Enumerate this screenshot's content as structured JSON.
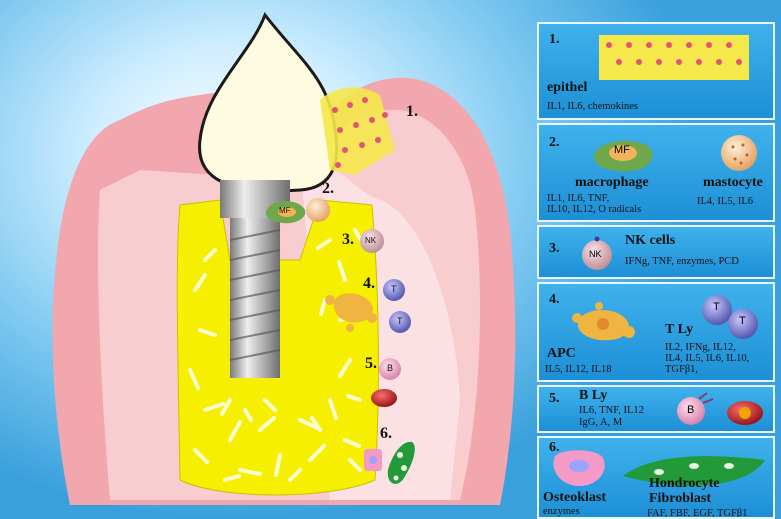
{
  "markers": {
    "m1": "1.",
    "m2": "2.",
    "m3": "3.",
    "m4": "4.",
    "m5": "5.",
    "m6": "6."
  },
  "cells": {
    "mf": "MF",
    "nk": "NK",
    "t": "T",
    "b": "B"
  },
  "panels": {
    "p1": {
      "num": "1.",
      "title": "epithel",
      "sub": "IL1, IL6, chemokines"
    },
    "p2": {
      "num": "2.",
      "title_a": "macrophage",
      "title_b": "mastocyte",
      "sub_a1": "IL1, IL6, TNF,",
      "sub_a2": "IL10, IL12, O radicals",
      "sub_b": "IL4, IL5, IL6"
    },
    "p3": {
      "num": "3.",
      "title": "NK cells",
      "sub": "IFNg, TNF, enzymes, PCD"
    },
    "p4": {
      "num": "4.",
      "title_a": "APC",
      "sub_a": "IL5, IL12, IL18",
      "title_b": "T Ly",
      "sub_b1": "IL2, IFNg, IL12,",
      "sub_b2": "IL4, IL5, IL6, IL10,",
      "sub_b3": "TGFβ1,"
    },
    "p5": {
      "num": "5.",
      "title": "B Ly",
      "sub1": "IL6, TNF, IL12",
      "sub2": "IgG, A, M"
    },
    "p6": {
      "num": "6.",
      "title_a": "Osteoklast",
      "sub_a": "enzymes",
      "title_b": "Hondrocyte",
      "title_c": "Fibroblast",
      "sub_b": "FAF, FBF, EGF, TGFβ1"
    }
  },
  "colors": {
    "gum": "#f2a6ad",
    "bone": "#f7ef00",
    "crown": "#fffbe0",
    "implant": "#b8b8b8",
    "epithel": "#f5e84a",
    "panel": "#2aa0e2"
  }
}
